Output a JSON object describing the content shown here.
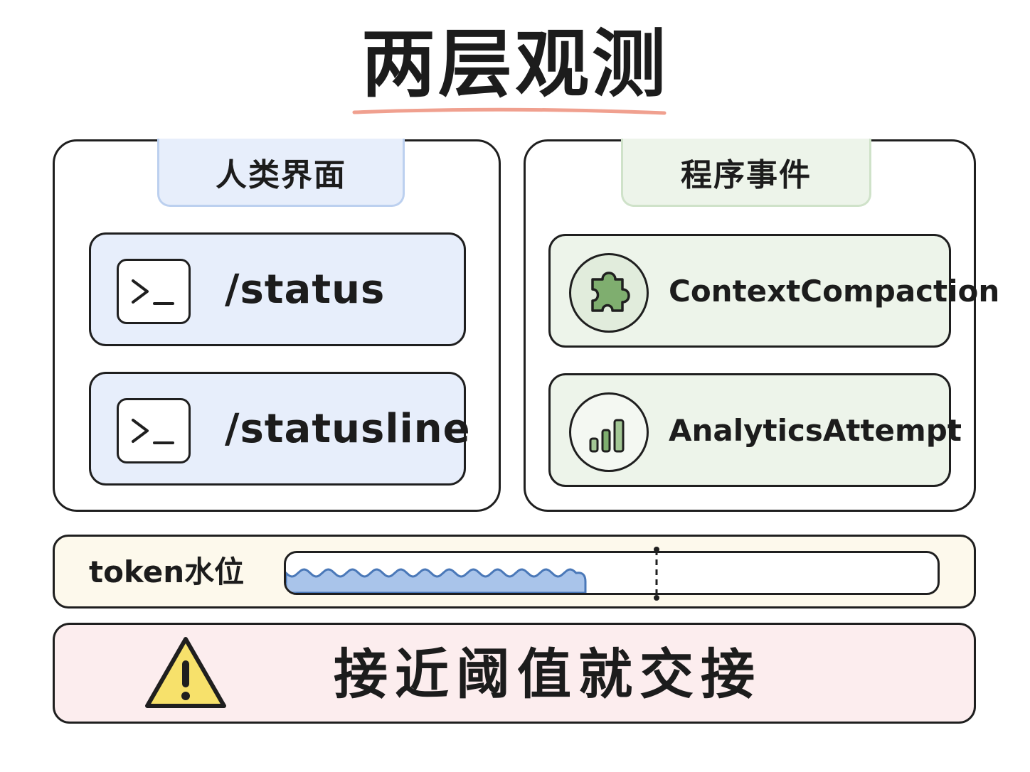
{
  "title": "两层观测",
  "left_panel": {
    "heading": "人类界面",
    "items": [
      {
        "icon": "terminal-icon",
        "label": "/status"
      },
      {
        "icon": "terminal-icon",
        "label": "/statusline"
      }
    ]
  },
  "right_panel": {
    "heading": "程序事件",
    "items": [
      {
        "icon": "puzzle-icon",
        "label": "ContextCompaction"
      },
      {
        "icon": "bar-chart-icon",
        "label": "AnalyticsAttempt"
      }
    ]
  },
  "token_bar": {
    "label": "token水位",
    "fill_fraction": 0.46,
    "threshold_fraction": 0.57
  },
  "warning": {
    "icon": "warning-icon",
    "text": "接近阈值就交接"
  },
  "colors": {
    "accent_underline": "#f0a08f",
    "human_bg": "#e7eefb",
    "event_bg": "#edf4ea",
    "token_bg": "#fdf9ec",
    "water": "#a9c4ea",
    "warning_bg": "#fcedee",
    "warning_yellow": "#f7e16b"
  }
}
